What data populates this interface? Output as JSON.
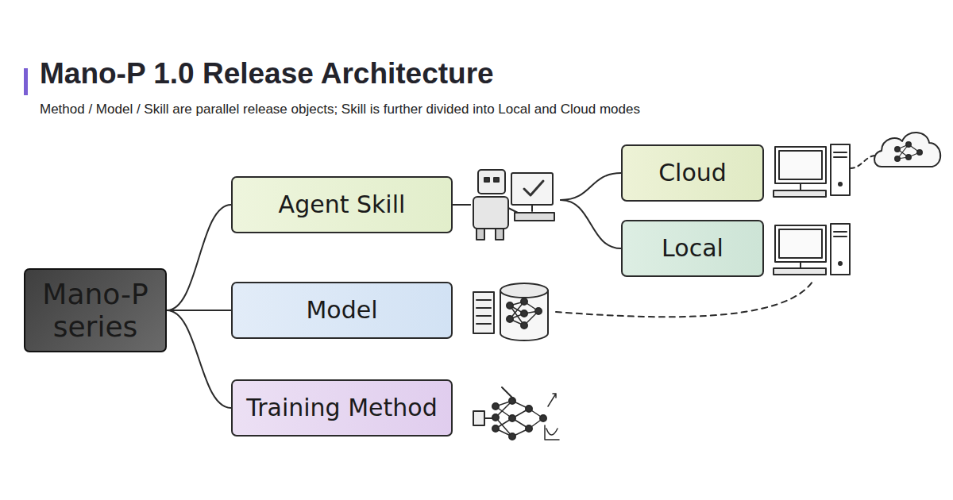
{
  "diagram": {
    "title": "Mano-P 1.0 Release Architecture",
    "caption": "Method / Model / Skill are parallel release objects; Skill is further divided into Local and Cloud modes",
    "nodes": [
      {
        "text": [
          "Mano-P series"
        ]
      },
      {
        "text": [
          "Agent Skill"
        ]
      },
      {
        "text": [
          "Model"
        ]
      },
      {
        "text": [
          "Training Method"
        ]
      },
      {
        "text": [
          "Cloud"
        ]
      },
      {
        "text": [
          "Local"
        ]
      }
    ],
    "edges": [
      {
        "from": 0,
        "to": 1,
        "arrow": "none"
      },
      {
        "from": 0,
        "to": 2,
        "arrow": "none"
      },
      {
        "from": 0,
        "to": 3,
        "arrow": "none"
      },
      {
        "from": 1,
        "to": 4,
        "arrow": "none"
      },
      {
        "from": 1,
        "to": 5,
        "arrow": "none"
      }
    ]
  }
}
